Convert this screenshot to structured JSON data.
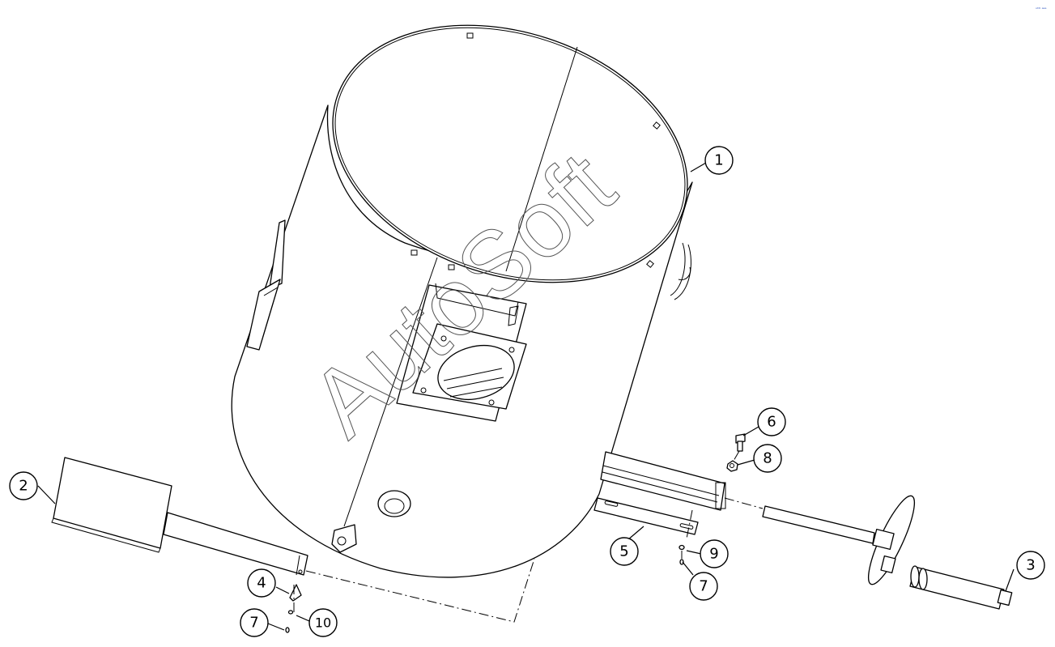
{
  "watermark": "AutoSoft",
  "corner_mark": "ᵒᵗᴳ ᵃᵃᵃ",
  "balloons": [
    {
      "id": "balloon-1",
      "label": "1"
    },
    {
      "id": "balloon-2",
      "label": "2"
    },
    {
      "id": "balloon-3",
      "label": "3"
    },
    {
      "id": "balloon-4",
      "label": "4"
    },
    {
      "id": "balloon-5",
      "label": "5"
    },
    {
      "id": "balloon-6",
      "label": "6"
    },
    {
      "id": "balloon-7a",
      "label": "7"
    },
    {
      "id": "balloon-7b",
      "label": "7"
    },
    {
      "id": "balloon-8",
      "label": "8"
    },
    {
      "id": "balloon-9",
      "label": "9"
    },
    {
      "id": "balloon-10",
      "label": "10"
    }
  ]
}
